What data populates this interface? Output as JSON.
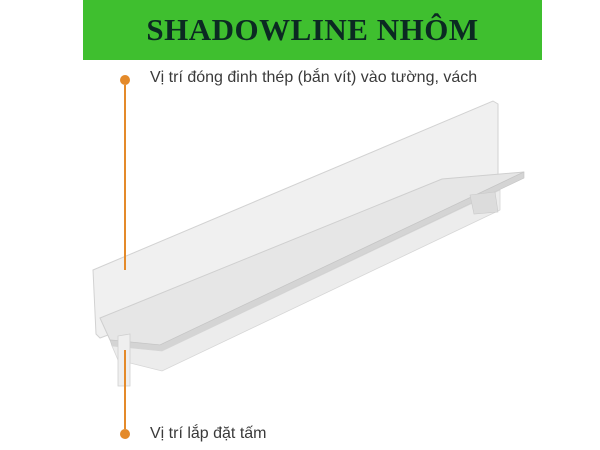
{
  "title": "SHADOWLINE NHÔM",
  "annotations": {
    "top": "Vị trí đóng đinh thép (bắn vít) vào tường, vách",
    "bottom": "Vị trí lắp đặt tấm"
  },
  "colors": {
    "banner": "#3fbf2f",
    "title_text": "#0b2a22",
    "accent": "#e48a2a",
    "profile_light": "#f3f3f3",
    "profile_mid": "#e3e3e3",
    "profile_shadow": "#c8c8c8"
  }
}
